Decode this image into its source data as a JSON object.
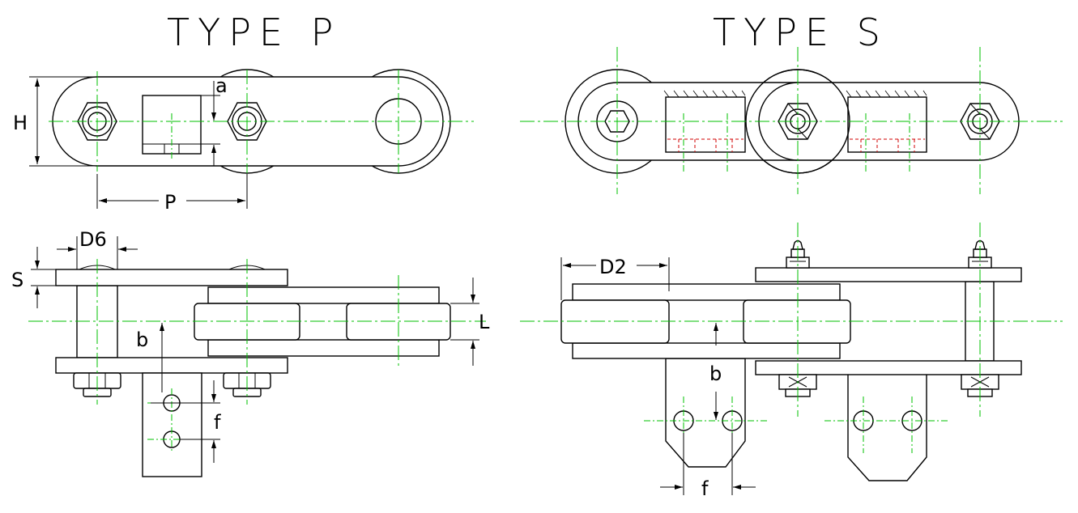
{
  "titles": {
    "type_p": "TYPE P",
    "type_s": "TYPE S"
  },
  "dimensions": {
    "H": "H",
    "a": "a",
    "P": "P",
    "D6": "D6",
    "S": "S",
    "L": "L",
    "b_p": "b",
    "f_p": "f",
    "D2": "D2",
    "b_s": "b",
    "f_s": "f"
  },
  "colors": {
    "outline": "#000000",
    "centerline": "#00c000",
    "hidden_line": "#d00000",
    "background": "#ffffff"
  },
  "icons": {
    "hex_nut": "hex-nut-icon",
    "grease_nipple": "grease-nipple-icon"
  }
}
